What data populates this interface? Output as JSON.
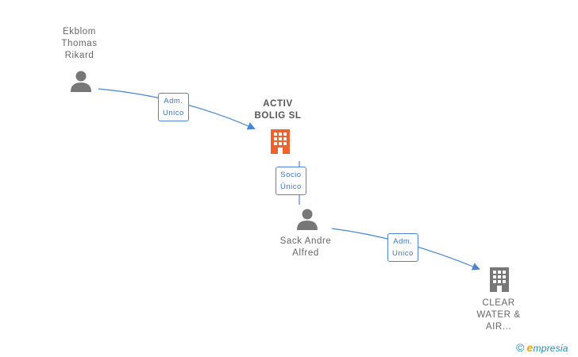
{
  "nodes": {
    "person_ekblom": {
      "lines": [
        "Ekblom",
        "Thomas",
        "Rikard"
      ],
      "icon": "person-icon",
      "color": "#777777"
    },
    "company_activ": {
      "lines": [
        "ACTIV",
        "BOLIG SL"
      ],
      "icon": "building-icon",
      "color": "#f0622d"
    },
    "person_sack": {
      "lines": [
        "Sack Andre",
        "Alfred"
      ],
      "icon": "person-icon",
      "color": "#777777"
    },
    "company_clear": {
      "lines": [
        "CLEAR",
        "WATER &",
        "AIR..."
      ],
      "icon": "building-icon",
      "color": "#777777"
    }
  },
  "edges": {
    "ekblom_to_activ": {
      "lines": [
        "Adm.",
        "Unico"
      ]
    },
    "sack_to_activ": {
      "lines": [
        "Socio",
        "Único"
      ]
    },
    "sack_to_clear": {
      "lines": [
        "Adm.",
        "Unico"
      ]
    }
  },
  "colors": {
    "edge": "#4a86d4",
    "accent": "#f0622d",
    "neutral": "#777777"
  },
  "watermark": {
    "copyright": "©",
    "brand_initial": "e",
    "brand_rest": "mpresia"
  }
}
